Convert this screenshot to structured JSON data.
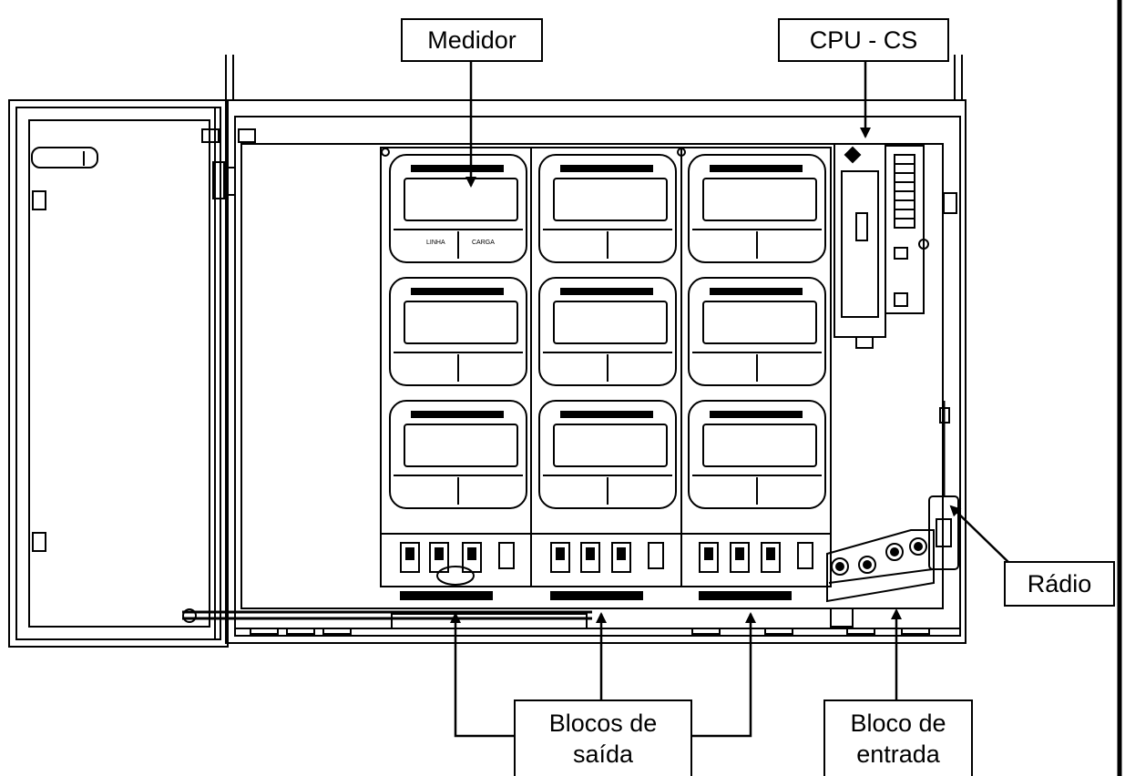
{
  "callouts": {
    "medidor": "Medidor",
    "cpu": "CPU - CS",
    "radio": "Rádio",
    "blocos_saida_line1": "Blocos de",
    "blocos_saida_line2": "saída",
    "bloco_entrada_line1": "Bloco de",
    "bloco_entrada_line2": "entrada"
  },
  "meter_grid": {
    "rows": 3,
    "columns": 3
  },
  "meter_labels": [
    "LINHA",
    "CARGA"
  ],
  "colors": {
    "line": "#000000",
    "background": "#ffffff"
  }
}
